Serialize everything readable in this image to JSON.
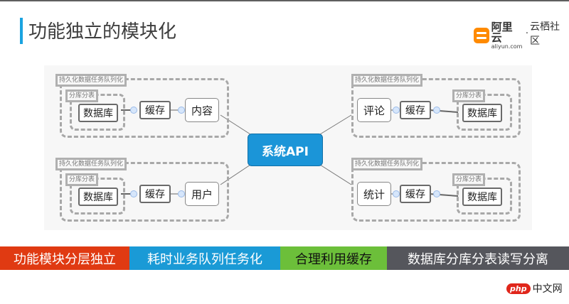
{
  "slide": {
    "title": "功能独立的模块化",
    "accent_color": "#1aa3e0"
  },
  "brand": {
    "icon": "aliyun-logo-icon",
    "name_cn": "阿里云",
    "domain": "aliyun.com",
    "separator": "·",
    "community": "云栖社区"
  },
  "diagram": {
    "center": {
      "label": "系统API",
      "color": "#1b95d8"
    },
    "modules": [
      {
        "id": "content",
        "label": "内容",
        "cache": "缓存",
        "database": "数据库",
        "queue_tag": "持久化数据任务队列化",
        "shard_tag": "分库分表"
      },
      {
        "id": "comment",
        "label": "评论",
        "cache": "缓存",
        "database": "数据库",
        "queue_tag": "持久化数据任务队列化",
        "shard_tag": "分库分表"
      },
      {
        "id": "user",
        "label": "用户",
        "cache": "缓存",
        "database": "数据库",
        "queue_tag": "持久化数据任务队列化",
        "shard_tag": "分库分表"
      },
      {
        "id": "stats",
        "label": "统计",
        "cache": "缓存",
        "database": "数据库",
        "queue_tag": "持久化数据任务队列化",
        "shard_tag": "分库分表"
      }
    ]
  },
  "features": [
    {
      "label": "功能模块分层独立",
      "bg": "#e03a12",
      "fg": "#ffffff"
    },
    {
      "label": "耗时业务队列任务化",
      "bg": "#1a9ad6",
      "fg": "#ffffff"
    },
    {
      "label": "合理利用缓存",
      "bg": "#6cbf3a",
      "fg": "#111111"
    },
    {
      "label": "数据库分库分表读写分离",
      "bg": "#55565c",
      "fg": "#ffffff"
    }
  ],
  "watermark": {
    "mark": "php",
    "text": "中文网"
  }
}
